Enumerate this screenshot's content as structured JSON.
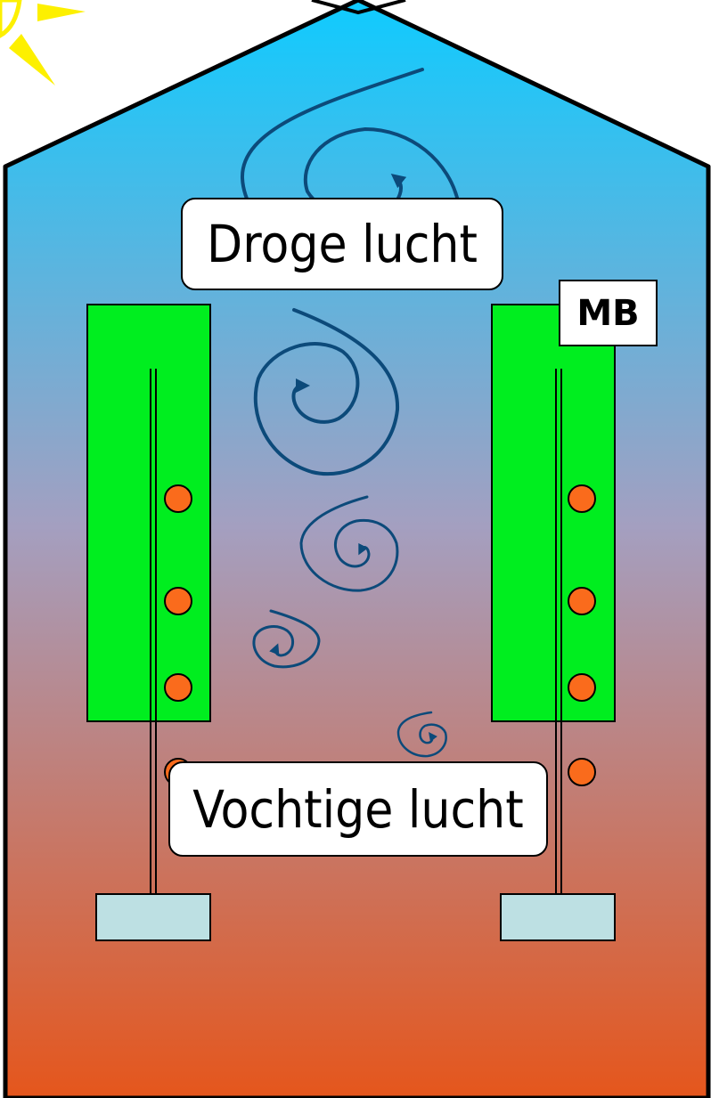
{
  "labels": {
    "dry_air": "Droge lucht",
    "humid_air": "Vochtige lucht",
    "mb": "MB"
  },
  "colors": {
    "sky_top": "#0fcbff",
    "mid": "#a49fc0",
    "floor": "#e5561c",
    "crop": "#00ee1f",
    "pipe_heater": "#fa6b1c",
    "base_block": "#bde0e3",
    "vortex": "#0c4a7a",
    "sun": "#fdf000"
  },
  "icons": [
    "sun-icon",
    "vortex-icon",
    "heating-pipe-icon"
  ]
}
